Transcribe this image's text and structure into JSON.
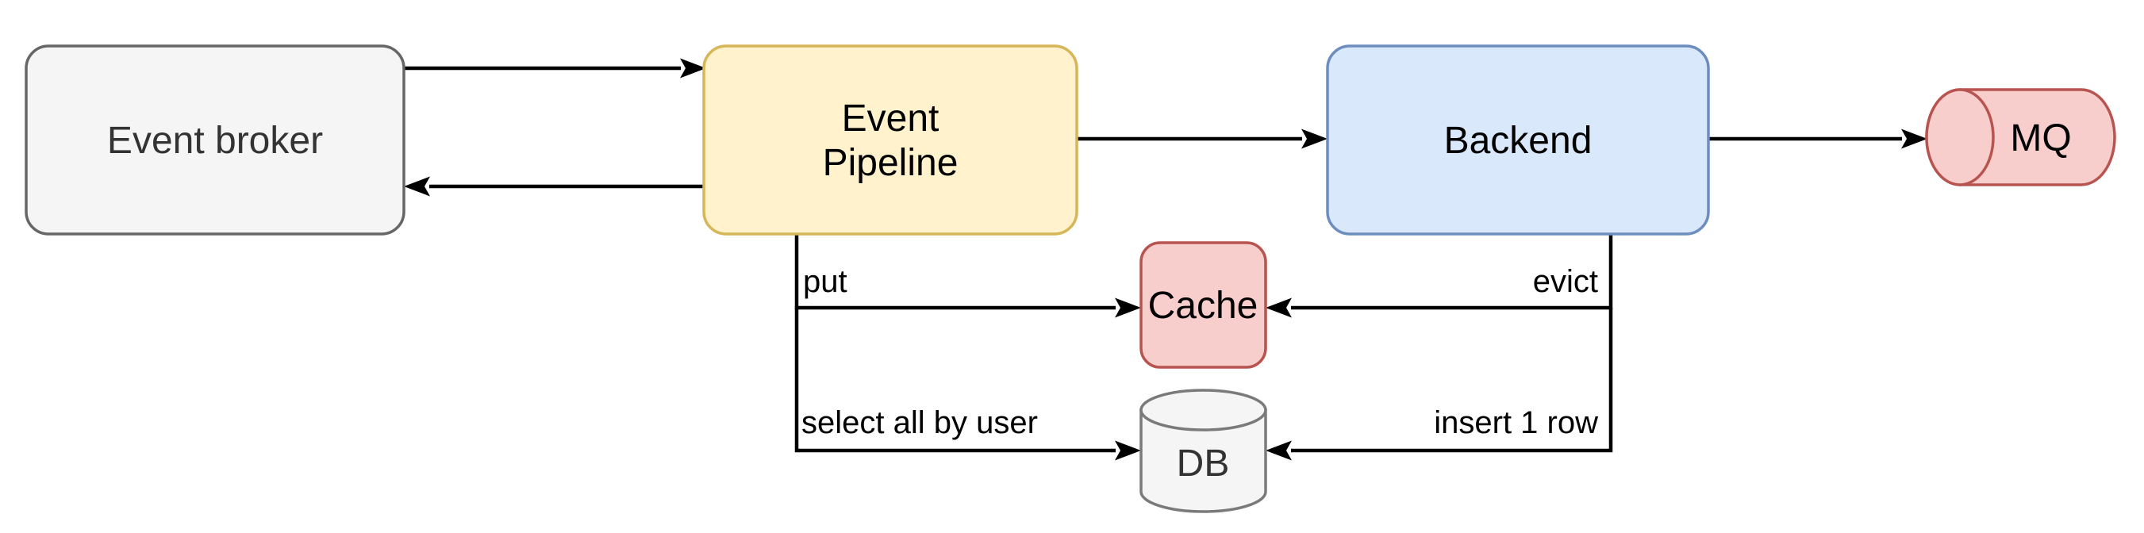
{
  "diagram": {
    "background_color": "#ffffff",
    "nodes": {
      "event_broker": {
        "label": "Event broker",
        "shape": "rounded-rectangle",
        "fill": "#f5f5f5",
        "stroke": "#666666",
        "text_color": "#333333"
      },
      "event_pipeline": {
        "label": "Event Pipeline",
        "label_line1": "Event",
        "label_line2": "Pipeline",
        "shape": "rounded-rectangle",
        "fill": "#fff2cc",
        "stroke": "#d6b656",
        "text_color": "#000000"
      },
      "backend": {
        "label": "Backend",
        "shape": "rounded-rectangle",
        "fill": "#dae8fc",
        "stroke": "#6c8ebf",
        "text_color": "#000000"
      },
      "mq": {
        "label": "MQ",
        "shape": "horizontal-cylinder",
        "fill": "#f8cecc",
        "stroke": "#b85450",
        "text_color": "#000000"
      },
      "cache": {
        "label": "Cache",
        "shape": "rounded-rectangle",
        "fill": "#f8cecc",
        "stroke": "#b85450",
        "text_color": "#000000"
      },
      "db": {
        "label": "DB",
        "shape": "vertical-cylinder",
        "fill": "#f5f5f5",
        "stroke": "#7a7a7a",
        "text_color": "#333333"
      }
    },
    "edges": {
      "stroke": "#000000",
      "label_color": "#000000",
      "broker_to_pipeline": {
        "from": "Event broker",
        "to": "Event Pipeline",
        "label": ""
      },
      "pipeline_to_broker": {
        "from": "Event Pipeline",
        "to": "Event broker",
        "label": ""
      },
      "pipeline_to_backend": {
        "from": "Event Pipeline",
        "to": "Backend",
        "label": ""
      },
      "backend_to_mq": {
        "from": "Backend",
        "to": "MQ",
        "label": ""
      },
      "pipeline_to_cache": {
        "from": "Event Pipeline",
        "to": "Cache",
        "label": "put"
      },
      "backend_to_cache": {
        "from": "Backend",
        "to": "Cache",
        "label": "evict"
      },
      "pipeline_to_db": {
        "from": "Event Pipeline",
        "to": "DB",
        "label": "select all by user"
      },
      "backend_to_db": {
        "from": "Backend",
        "to": "DB",
        "label": "insert 1 row"
      }
    }
  }
}
